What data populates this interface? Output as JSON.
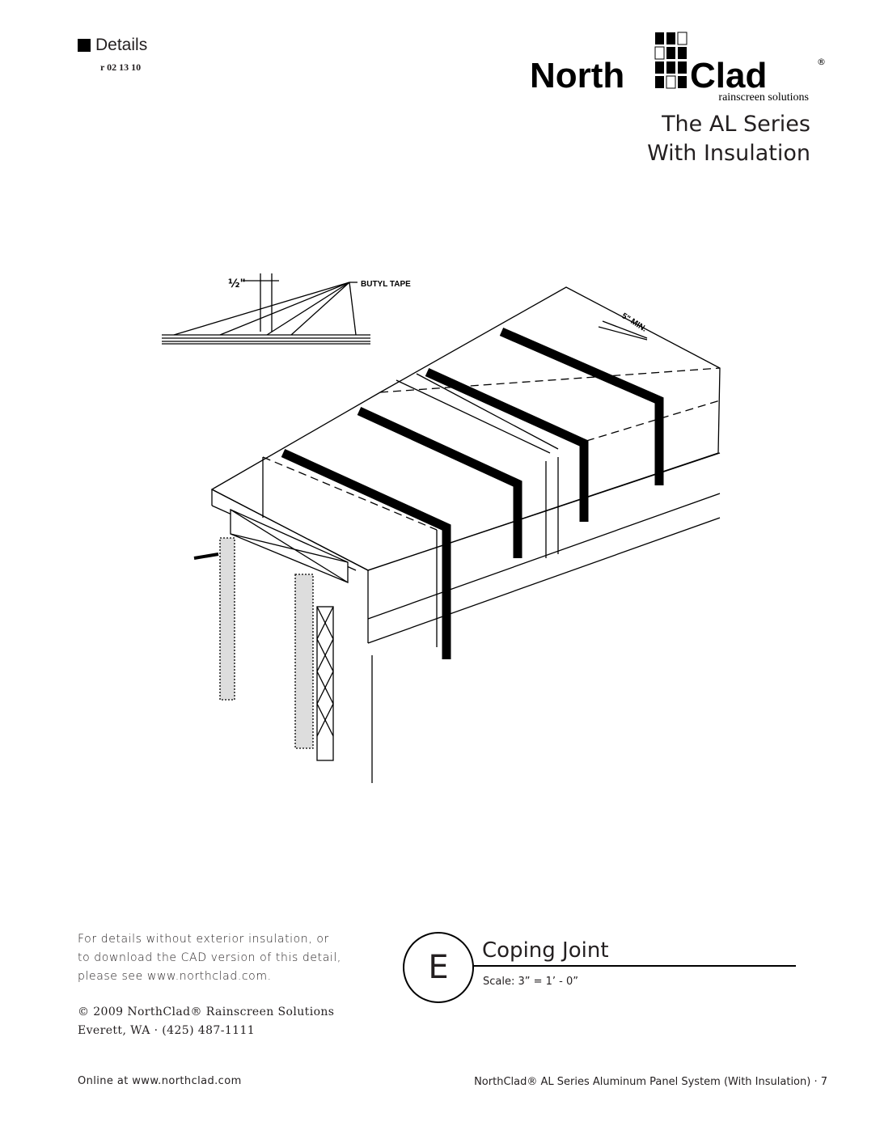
{
  "header": {
    "section": "Details",
    "revision": "r 02 13 10"
  },
  "logo": {
    "brand_left": "North",
    "brand_right": "Clad",
    "registered": "®",
    "tagline": "rainscreen solutions"
  },
  "title": {
    "line1": "The AL Series",
    "line2": "With Insulation"
  },
  "drawing": {
    "callout_half": "½\"",
    "callout_butyl": "BUTYL TAPE",
    "callout_min": "5\" MIN."
  },
  "note": {
    "lines": [
      "For details without exterior insulation, or",
      "to download the CAD version of this detail,",
      "please see www.northclad.com."
    ]
  },
  "copyright": {
    "line1": "© 2009 NorthClad® Rainscreen Solutions",
    "line2": "Everett, WA · (425) 487-1111"
  },
  "detail": {
    "letter": "E",
    "name": "Coping Joint",
    "scale": "Scale: 3” = 1’ - 0”"
  },
  "footer": {
    "online": "Online at www.northclad.com",
    "product": "NorthClad® AL Series Aluminum Panel System (With Insulation) · 7"
  }
}
